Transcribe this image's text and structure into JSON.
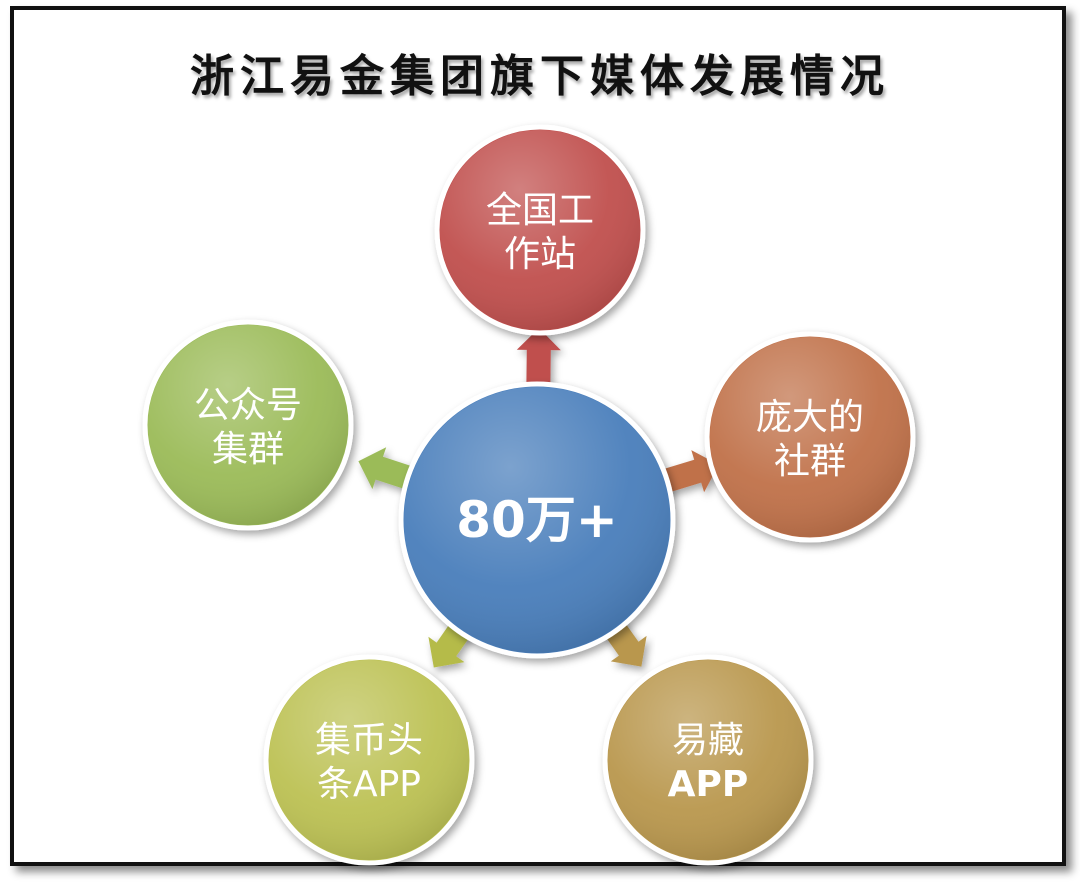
{
  "title": "浙江易金集团旗下媒体发展情况",
  "center": {
    "label": "80万+",
    "color": "#4a7ebb"
  },
  "nodes": [
    {
      "id": "national-workstation",
      "lines": [
        "全国工",
        "作站"
      ],
      "color": "#c0504d",
      "arrow_color": "#c0504d"
    },
    {
      "id": "large-community",
      "lines": [
        "庞大的",
        "社群"
      ],
      "color": "#c0714a",
      "arrow_color": "#c0714a"
    },
    {
      "id": "yicang-app",
      "lines": [
        "易藏",
        "APP"
      ],
      "color": "#b9974d",
      "arrow_color": "#b9974d"
    },
    {
      "id": "jibi-toutiao-app",
      "lines": [
        "集币头",
        "条APP"
      ],
      "color": "#bcc152",
      "arrow_color": "#b5bb4a"
    },
    {
      "id": "wechat-account-cluster",
      "lines": [
        "公众号",
        "集群"
      ],
      "color": "#9bbb59",
      "arrow_color": "#9bbb59"
    }
  ]
}
